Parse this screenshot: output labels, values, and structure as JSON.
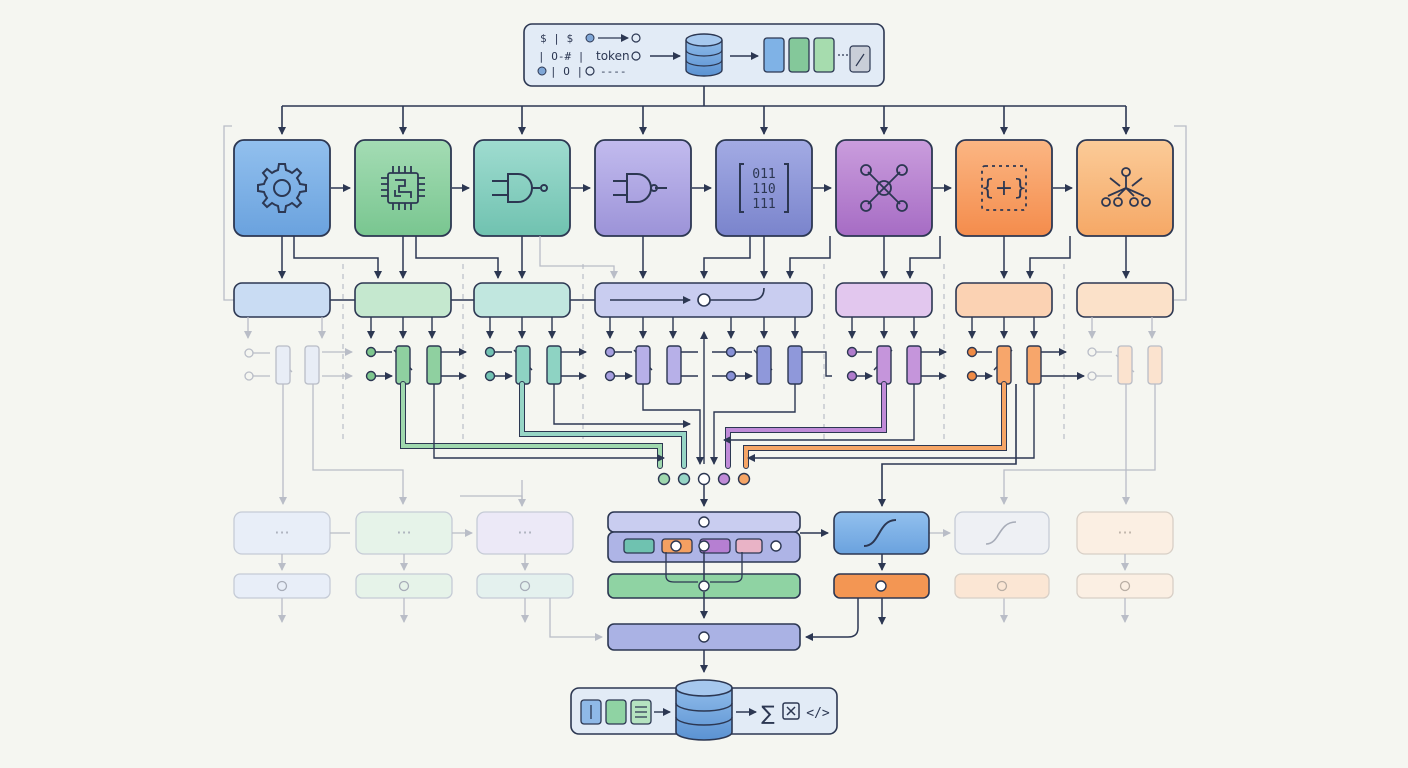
{
  "colors": {
    "ink": "#2c3752",
    "faint": "#b9bdc7",
    "blue": "#7fb2e6",
    "green": "#8fd3a3",
    "teal": "#86d0c0",
    "lavender": "#aea6e3",
    "indigo": "#8c95d8",
    "purple": "#b681d0",
    "orange": "#f7a164",
    "peach": "#f8b97f"
  },
  "input_panel": {
    "row1_symbols": "$ | $",
    "row2_symbols": "| O-# |",
    "token_label": "token",
    "row3_symbols": "| O |",
    "dash_text": "----"
  },
  "processors": [
    {
      "icon": "gear-icon",
      "color": "blue"
    },
    {
      "icon": "chip-icon",
      "color": "green"
    },
    {
      "icon": "and-gate-icon",
      "color": "teal"
    },
    {
      "icon": "nand-gate-icon",
      "color": "lavender"
    },
    {
      "icon": "binary-matrix-icon",
      "color": "indigo",
      "lines": [
        "011",
        "110",
        "111"
      ]
    },
    {
      "icon": "network-graph-icon",
      "color": "purple"
    },
    {
      "icon": "braces-plus-icon",
      "color": "orange",
      "text": "{+}"
    },
    {
      "icon": "tree-icon",
      "color": "peach"
    }
  ],
  "faded_cards": [
    {
      "ellipsis": "···"
    },
    {
      "ellipsis": "···"
    },
    {
      "ellipsis": "···"
    },
    {
      "ellipsis": "···"
    }
  ],
  "output_panel": {
    "sum_symbol": "∑",
    "code_symbol": "</>"
  }
}
